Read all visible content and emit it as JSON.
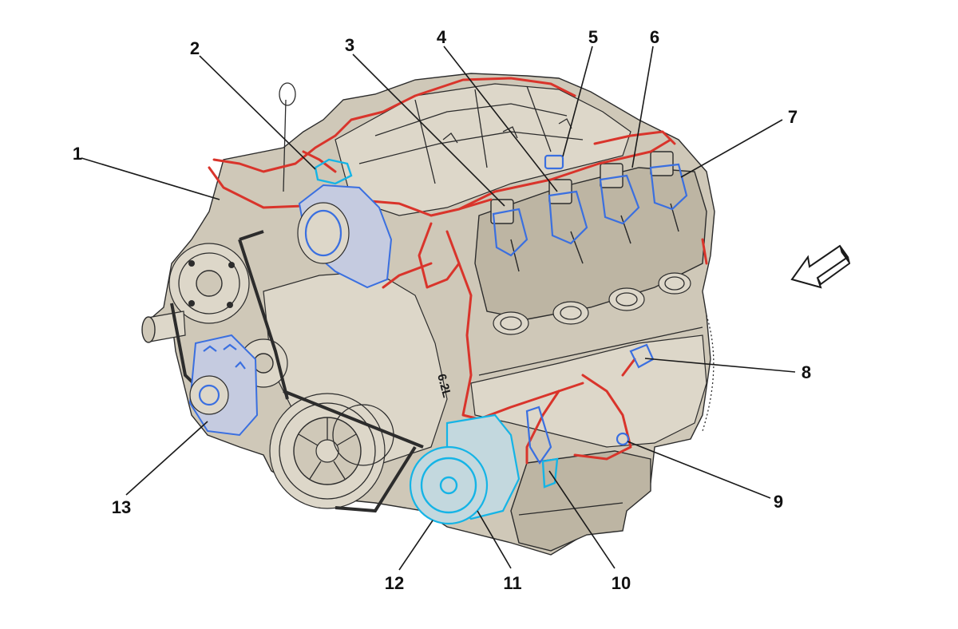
{
  "diagram": {
    "callouts": [
      "1",
      "2",
      "3",
      "4",
      "5",
      "6",
      "7",
      "8",
      "9",
      "10",
      "11",
      "12",
      "13"
    ],
    "engine_marking": "6.2L",
    "colors": {
      "engine_body": "#cfc8b8",
      "wiring_harness": "#d9342b",
      "highlight_blue": "#3a6fe0",
      "highlight_cyan": "#15b4e6"
    },
    "icons": [
      "direction-arrow-icon"
    ]
  }
}
